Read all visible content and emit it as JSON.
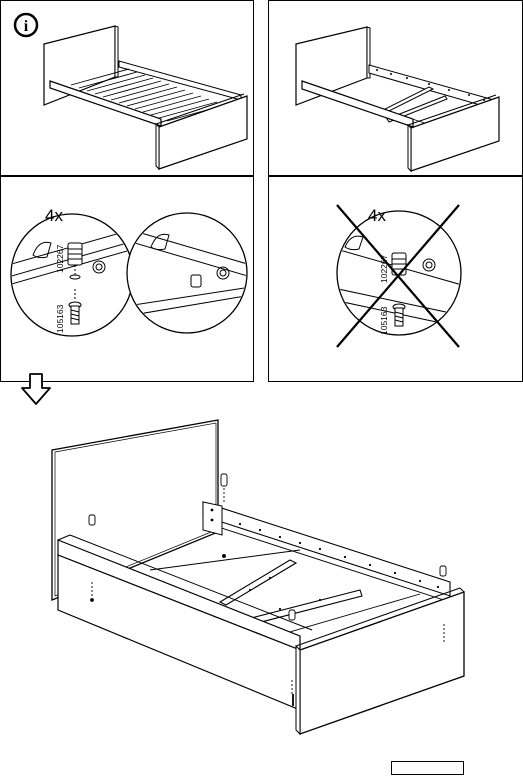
{
  "steps": {
    "quantity_label": "4x",
    "quantity_label_crossed": "4x",
    "part_numbers": {
      "dowel": "102267",
      "screw": "105163"
    },
    "info_icon_glyph": "i"
  },
  "icons": {
    "info": "info-icon",
    "next_step": "arrow-down-icon",
    "cross": "cross-out-icon"
  },
  "page_number_box": ""
}
